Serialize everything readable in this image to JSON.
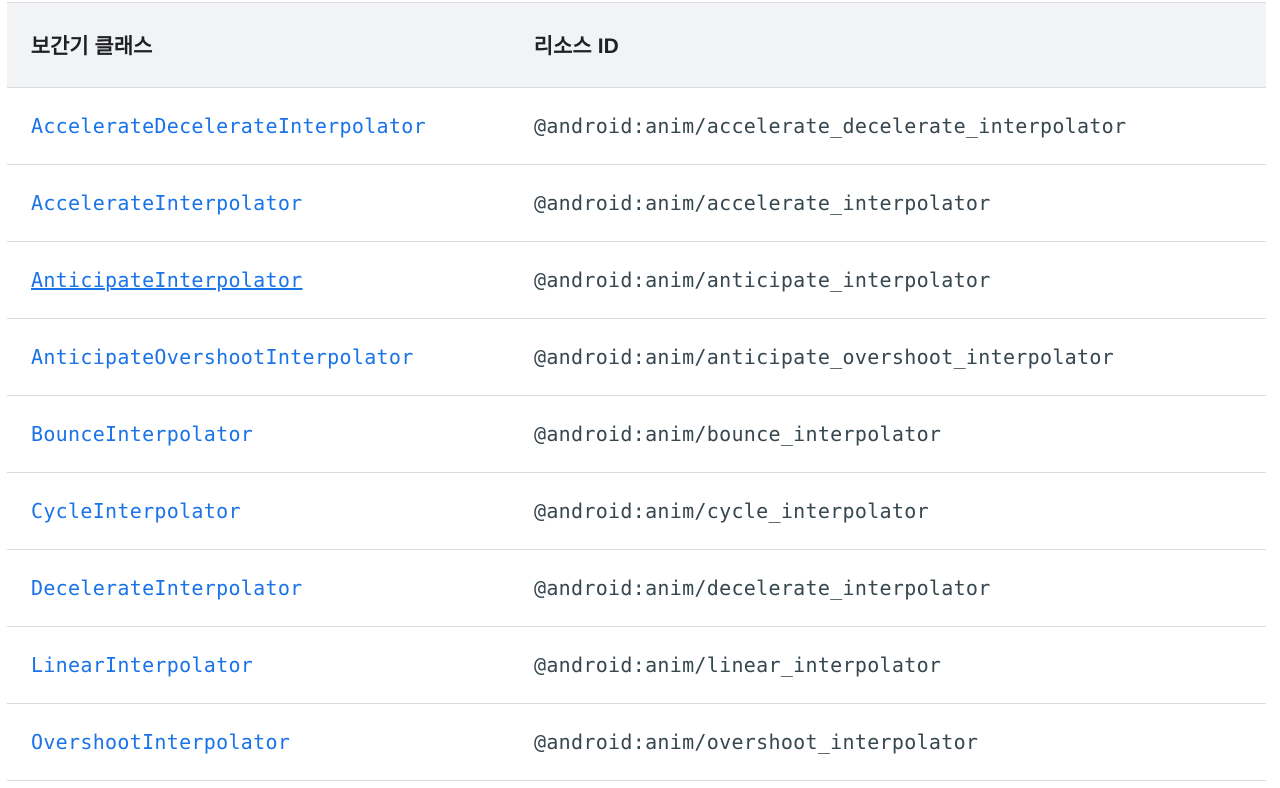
{
  "colors": {
    "header_background": "#f1f3f4",
    "row_border": "#dadce0",
    "link_blue": "#1a73e8",
    "code_text": "#37474f",
    "heading_text": "#202124"
  },
  "table": {
    "headers": [
      "보간기 클래스",
      "리소스 ID"
    ],
    "rows": [
      {
        "class_name": "AccelerateDecelerateInterpolator",
        "resource_id": "@android:anim/accelerate_decelerate_interpolator",
        "underline": false
      },
      {
        "class_name": "AccelerateInterpolator",
        "resource_id": "@android:anim/accelerate_interpolator",
        "underline": false
      },
      {
        "class_name": "AnticipateInterpolator",
        "resource_id": "@android:anim/anticipate_interpolator",
        "underline": true
      },
      {
        "class_name": "AnticipateOvershootInterpolator",
        "resource_id": "@android:anim/anticipate_overshoot_interpolator",
        "underline": false
      },
      {
        "class_name": "BounceInterpolator",
        "resource_id": "@android:anim/bounce_interpolator",
        "underline": false
      },
      {
        "class_name": "CycleInterpolator",
        "resource_id": "@android:anim/cycle_interpolator",
        "underline": false
      },
      {
        "class_name": "DecelerateInterpolator",
        "resource_id": "@android:anim/decelerate_interpolator",
        "underline": false
      },
      {
        "class_name": "LinearInterpolator",
        "resource_id": "@android:anim/linear_interpolator",
        "underline": false
      },
      {
        "class_name": "OvershootInterpolator",
        "resource_id": "@android:anim/overshoot_interpolator",
        "underline": false
      }
    ]
  }
}
